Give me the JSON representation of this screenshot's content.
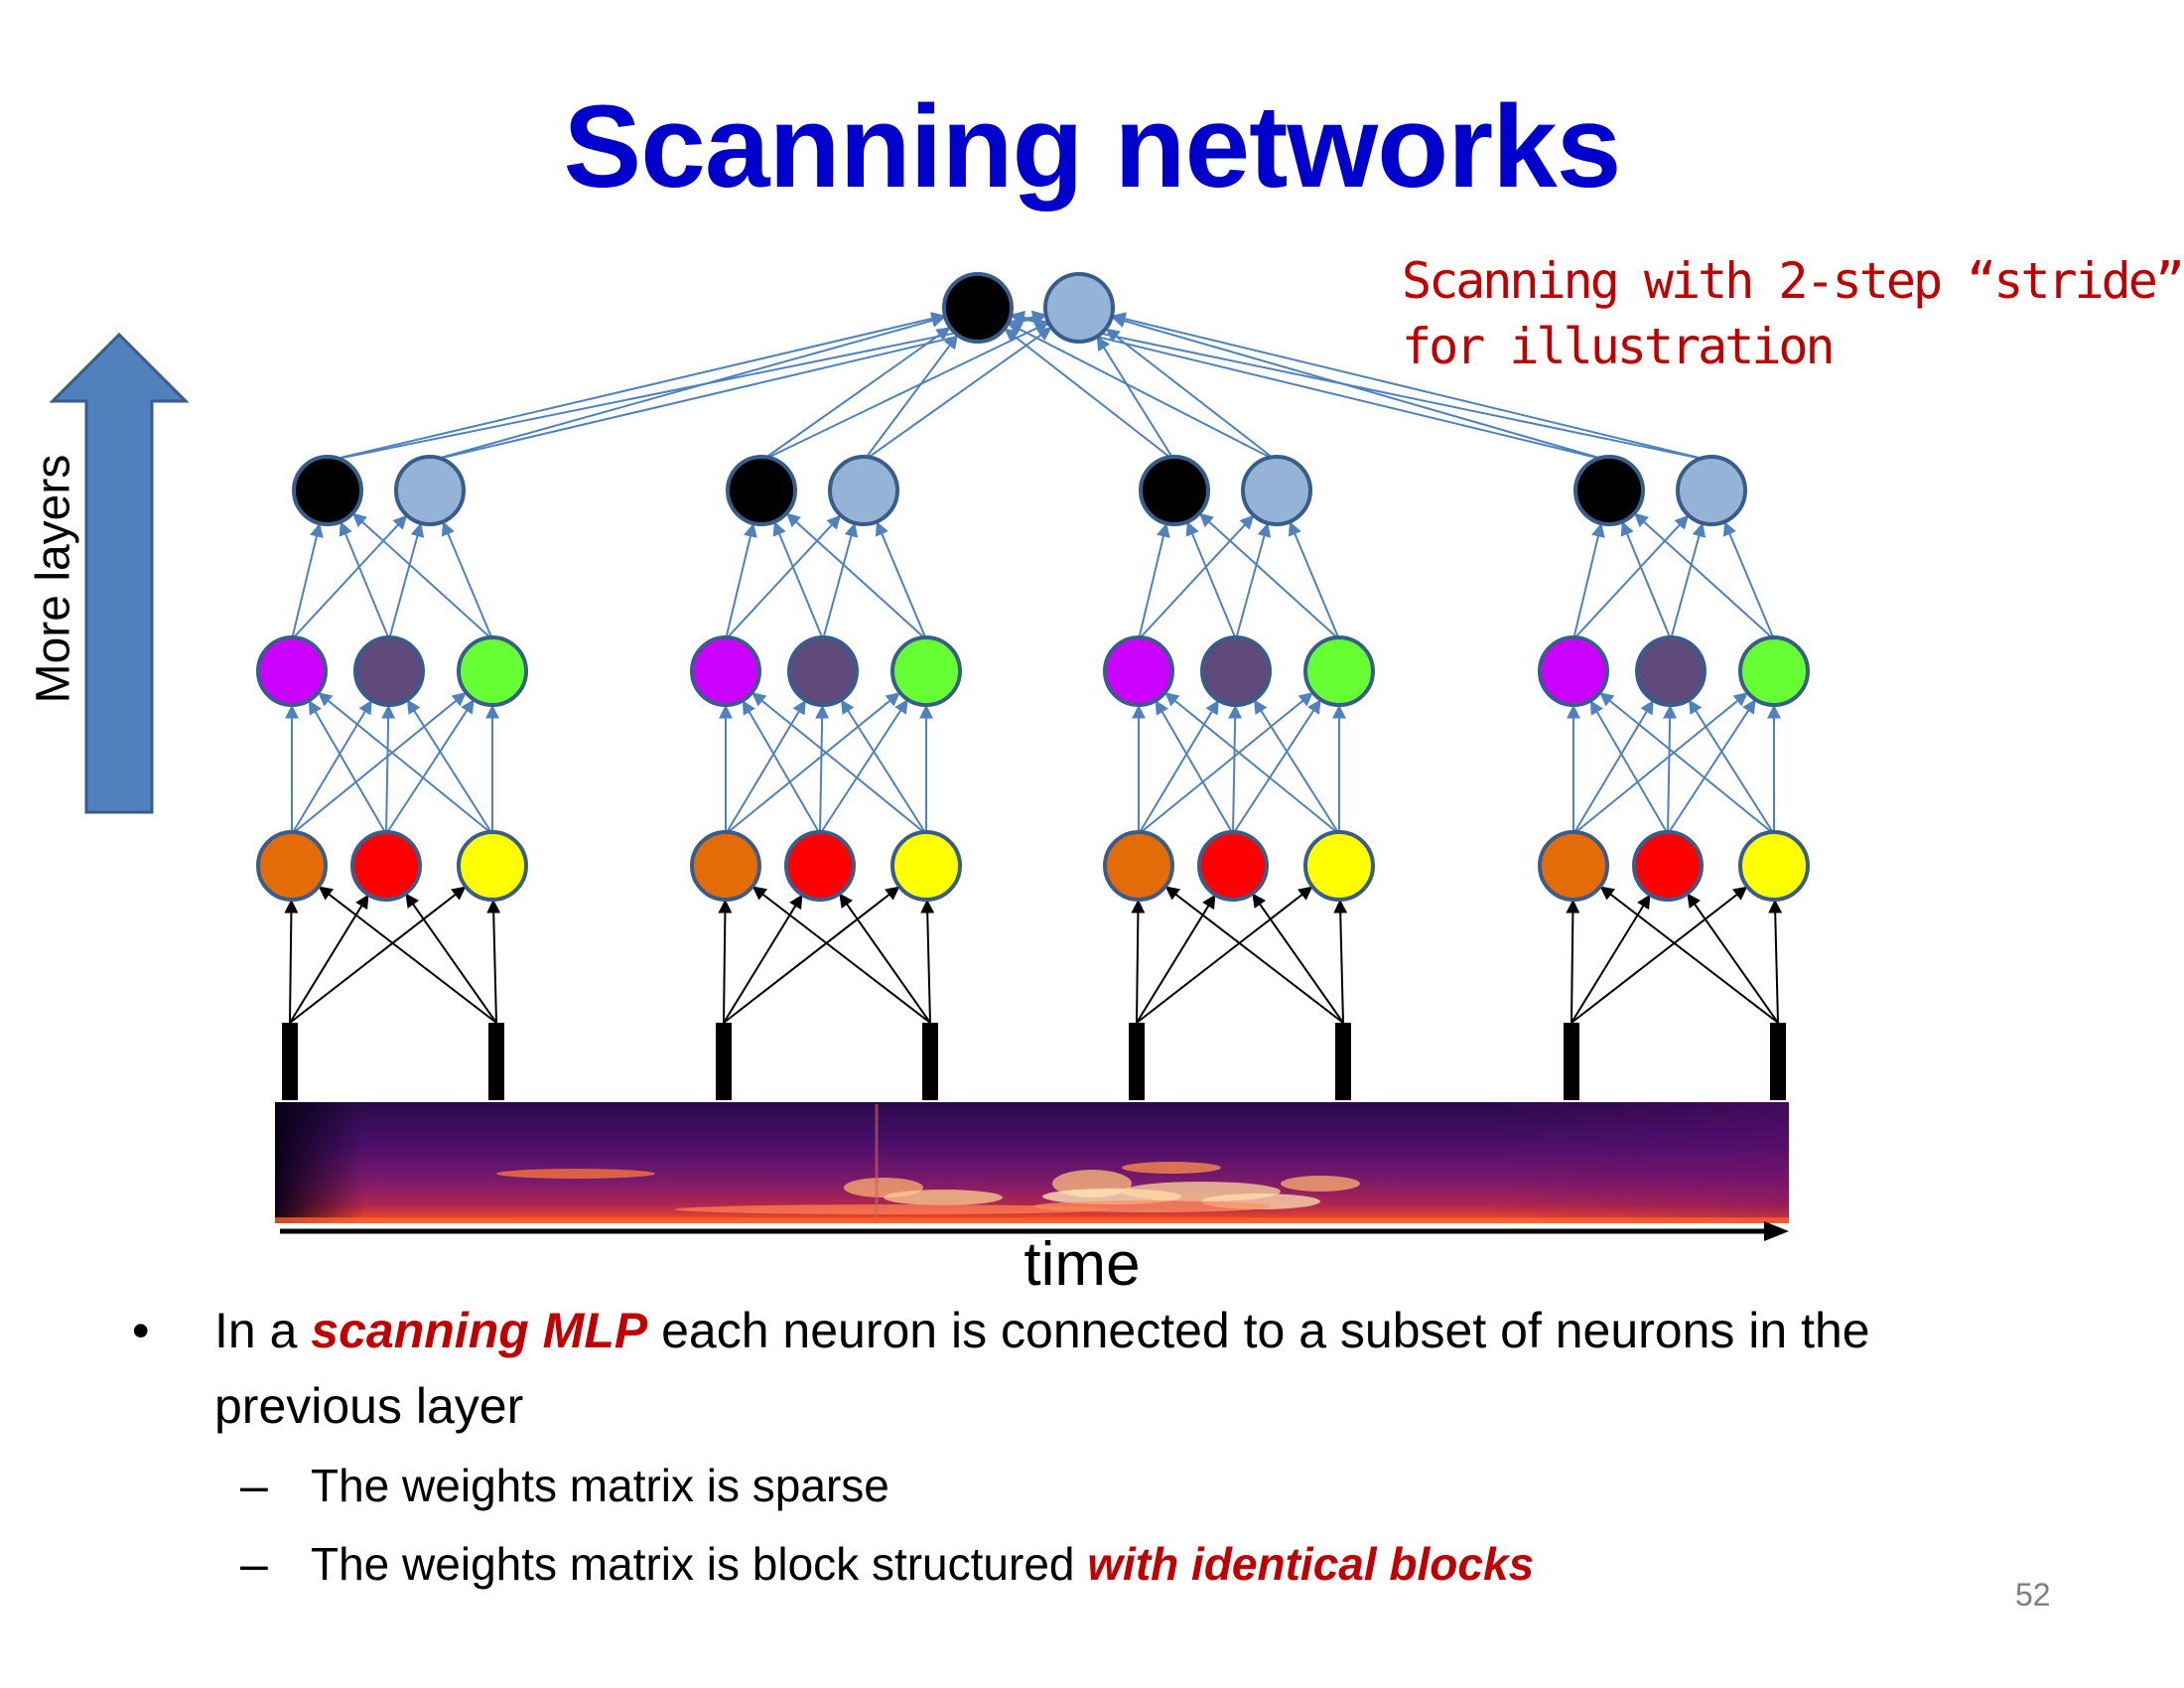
{
  "title": "Scanning networks",
  "note": {
    "line1": "Scanning with 2-step “stride”",
    "line2": "for illustration"
  },
  "arrow_label": "More layers",
  "time_label": "time",
  "bullet": {
    "marker": "•",
    "text_before": "In a ",
    "emphasis": "scanning MLP",
    "text_after": " each neuron is connected to a subset of neurons in the",
    "line2": "previous layer"
  },
  "sub_bullets": [
    {
      "marker": "–",
      "text": "The weights matrix is sparse"
    },
    {
      "marker": "–",
      "text_before": "The weights matrix is block structured ",
      "emphasis": "with identical blocks"
    }
  ],
  "page_number": "52",
  "colors": {
    "title": "#0000cc",
    "note": "#c00000",
    "emphasis": "#c00000",
    "big_arrow": "#4f81bd",
    "connection_blue": "#4f81bd",
    "node_outline": "#385d8a",
    "input_layer": [
      "#e36c09",
      "#ff0000",
      "#ffff00"
    ],
    "hidden_layer": [
      "#cc00ff",
      "#604a7b",
      "#66ff33"
    ],
    "second_layer": [
      "#000000",
      "#95b3d7"
    ],
    "output_layer": [
      "#000000",
      "#95b3d7"
    ]
  },
  "diagram": {
    "blocks": 4,
    "input_nodes_per_block": 3,
    "hidden_nodes_per_block": 3,
    "second_nodes_per_block": 2,
    "output_nodes": 2,
    "input_bars_per_block": 2,
    "stride": 2
  }
}
